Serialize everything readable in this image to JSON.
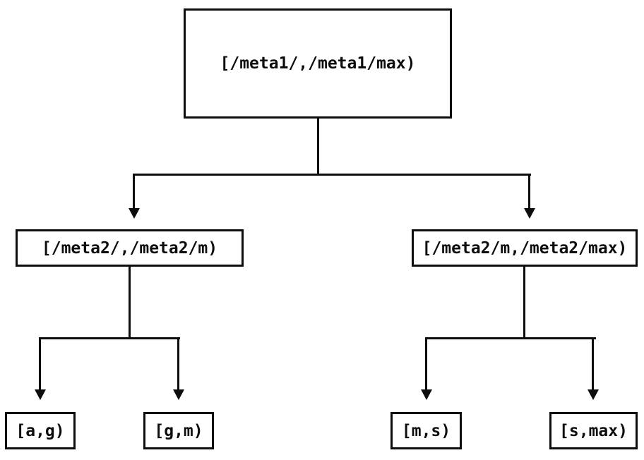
{
  "diagram": {
    "type": "tree",
    "background_color": "#ffffff",
    "line_color": "#0d0d0d",
    "text_color": "#0d0d0d",
    "root": {
      "label": "[/meta1/,/meta1/max)",
      "children": [
        {
          "label": "[/meta2/,/meta2/m)",
          "children": [
            {
              "label": "[a,g)",
              "children": []
            },
            {
              "label": "[g,m)",
              "children": []
            }
          ]
        },
        {
          "label": "[/meta2/m,/meta2/max)",
          "children": [
            {
              "label": "[m,s)",
              "children": []
            },
            {
              "label": "[s,max)",
              "children": []
            }
          ]
        }
      ]
    }
  }
}
